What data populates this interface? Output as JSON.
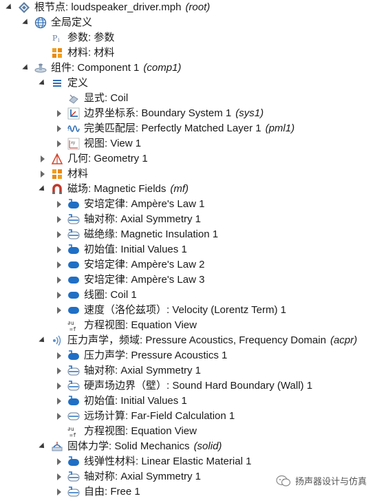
{
  "colors": {
    "blue": "#1f6fc5",
    "orange": "#f0a01e",
    "red": "#c0392b",
    "gray": "#8a8a8a"
  },
  "tree": [
    {
      "label": "根节点: loudspeaker_driver.mph",
      "tag": "(root)",
      "icon": "root-icon",
      "toggle": "open",
      "indent": 0
    },
    {
      "label": "全局定义",
      "tag": "",
      "icon": "globe-icon",
      "toggle": "open",
      "indent": 1
    },
    {
      "label": "参数: 参数",
      "tag": "",
      "icon": "parameters-icon",
      "toggle": "none",
      "indent": 2
    },
    {
      "label": "材料: 材料",
      "tag": "",
      "icon": "materials-icon",
      "toggle": "none",
      "indent": 2
    },
    {
      "label": "组件: Component 1",
      "tag": "(comp1)",
      "icon": "component-icon",
      "toggle": "open",
      "indent": 1
    },
    {
      "label": "定义",
      "tag": "",
      "icon": "definitions-icon",
      "toggle": "open",
      "indent": 2
    },
    {
      "label": "显式: Coil",
      "tag": "",
      "icon": "explicit-selection-icon",
      "toggle": "none",
      "indent": 3
    },
    {
      "label": "边界坐标系: Boundary System 1",
      "tag": "(sys1)",
      "icon": "coordinate-system-icon",
      "toggle": "closed",
      "indent": 3
    },
    {
      "label": "完美匹配层: Perfectly Matched Layer 1",
      "tag": "(pml1)",
      "icon": "pml-icon",
      "toggle": "closed",
      "indent": 3
    },
    {
      "label": "视图: View 1",
      "tag": "",
      "icon": "view-icon",
      "toggle": "closed",
      "indent": 3
    },
    {
      "label": "几何: Geometry 1",
      "tag": "",
      "icon": "geometry-icon",
      "toggle": "closed",
      "indent": 2
    },
    {
      "label": "材料",
      "tag": "",
      "icon": "materials-icon",
      "toggle": "closed",
      "indent": 2
    },
    {
      "label": "磁场: Magnetic Fields",
      "tag": "(mf)",
      "icon": "magnet-icon",
      "toggle": "open",
      "indent": 2
    },
    {
      "label": "安培定律: Ampère's Law 1",
      "tag": "",
      "icon": "domain-feature-default-icon",
      "toggle": "closed",
      "indent": 3
    },
    {
      "label": "轴对称: Axial Symmetry 1",
      "tag": "",
      "icon": "boundary-feature-default-icon",
      "toggle": "closed",
      "indent": 3
    },
    {
      "label": "磁绝缘: Magnetic Insulation 1",
      "tag": "",
      "icon": "boundary-feature-default-icon",
      "toggle": "closed",
      "indent": 3
    },
    {
      "label": "初始值: Initial Values 1",
      "tag": "",
      "icon": "domain-feature-default-icon",
      "toggle": "closed",
      "indent": 3
    },
    {
      "label": "安培定律: Ampère's Law 2",
      "tag": "",
      "icon": "domain-feature-icon",
      "toggle": "closed",
      "indent": 3
    },
    {
      "label": "安培定律: Ampère's Law 3",
      "tag": "",
      "icon": "domain-feature-icon",
      "toggle": "closed",
      "indent": 3
    },
    {
      "label": "线圈: Coil 1",
      "tag": "",
      "icon": "domain-feature-icon",
      "toggle": "closed",
      "indent": 3
    },
    {
      "label": "速度（洛伦兹项）: Velocity (Lorentz Term) 1",
      "tag": "",
      "icon": "domain-feature-icon",
      "toggle": "closed",
      "indent": 3
    },
    {
      "label": "方程视图: Equation View",
      "tag": "",
      "icon": "equation-view-icon",
      "toggle": "none",
      "indent": 3
    },
    {
      "label": "压力声学，频域: Pressure Acoustics, Frequency Domain",
      "tag": "(acpr)",
      "icon": "acoustics-icon",
      "toggle": "open",
      "indent": 2
    },
    {
      "label": "压力声学: Pressure Acoustics 1",
      "tag": "",
      "icon": "domain-feature-default-icon",
      "toggle": "closed",
      "indent": 3
    },
    {
      "label": "轴对称: Axial Symmetry 1",
      "tag": "",
      "icon": "boundary-feature-default-icon",
      "toggle": "closed",
      "indent": 3
    },
    {
      "label": "硬声场边界（壁）: Sound Hard Boundary (Wall) 1",
      "tag": "",
      "icon": "boundary-feature-default-icon",
      "toggle": "closed",
      "indent": 3
    },
    {
      "label": "初始值: Initial Values 1",
      "tag": "",
      "icon": "domain-feature-default-icon",
      "toggle": "closed",
      "indent": 3
    },
    {
      "label": "远场计算: Far-Field Calculation 1",
      "tag": "",
      "icon": "boundary-feature-icon",
      "toggle": "closed",
      "indent": 3
    },
    {
      "label": "方程视图: Equation View",
      "tag": "",
      "icon": "equation-view-icon",
      "toggle": "none",
      "indent": 3
    },
    {
      "label": "固体力学: Solid Mechanics",
      "tag": "(solid)",
      "icon": "solid-mechanics-icon",
      "toggle": "open",
      "indent": 2
    },
    {
      "label": "线弹性材料: Linear Elastic Material 1",
      "tag": "",
      "icon": "domain-feature-default-icon",
      "toggle": "closed",
      "indent": 3
    },
    {
      "label": "轴对称: Axial Symmetry 1",
      "tag": "",
      "icon": "boundary-feature-default-icon",
      "toggle": "closed",
      "indent": 3
    },
    {
      "label": "自由: Free 1",
      "tag": "",
      "icon": "boundary-feature-default-icon",
      "toggle": "closed",
      "indent": 3
    }
  ],
  "watermark": {
    "text": "扬声器设计与仿真",
    "icon": "wechat-icon"
  }
}
